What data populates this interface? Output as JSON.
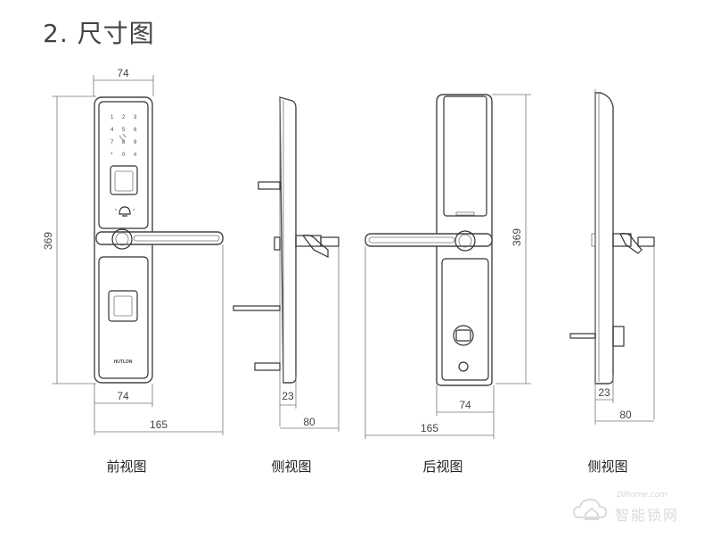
{
  "heading": "2. 尺寸图",
  "views": [
    {
      "caption": "前视图"
    },
    {
      "caption": "侧视图"
    },
    {
      "caption": "后视图"
    },
    {
      "caption": "侧视图"
    }
  ],
  "dimensions": {
    "front": {
      "top_width": "74",
      "height": "369",
      "bottom_width": "74",
      "total_width": "165"
    },
    "side_left": {
      "thickness": "23",
      "depth": "80"
    },
    "back": {
      "height": "369",
      "bottom_width": "74",
      "total_width": "165"
    },
    "side_right": {
      "thickness": "23",
      "depth": "80"
    }
  },
  "keypad": [
    "1",
    "2",
    "3",
    "4",
    "5",
    "6",
    "7",
    "8",
    "9",
    "*",
    "0",
    "#"
  ],
  "brand_mark": "HUTLON",
  "watermark": {
    "url": "Dihome.com",
    "name": "智能锁网"
  }
}
